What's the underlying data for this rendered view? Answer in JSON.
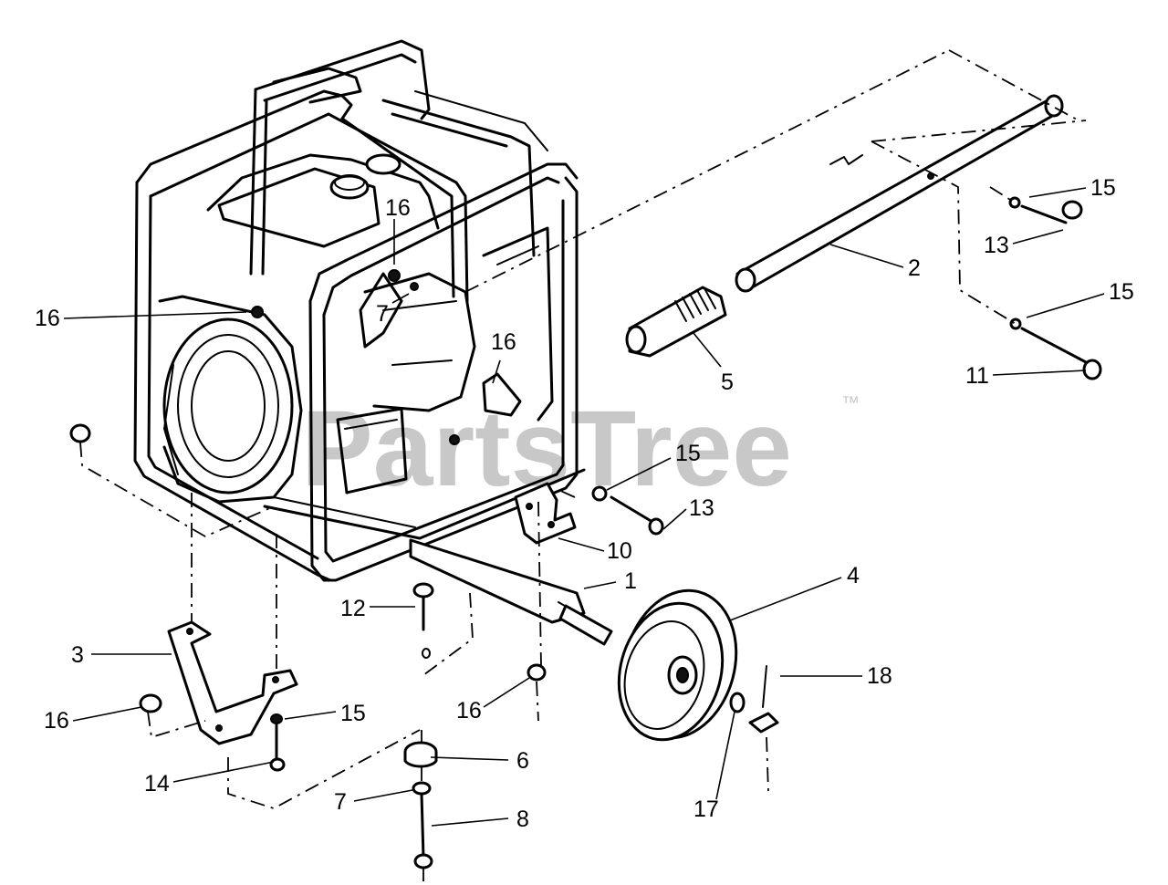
{
  "watermark": {
    "text": "PartsTree",
    "trademark": "™"
  },
  "callouts": {
    "c15_top_right": "15",
    "c13_top_right": "13",
    "c2": "2",
    "c15_mid_right": "15",
    "c11": "11",
    "c5": "5",
    "c16_engine_top": "16",
    "c7_engine": "7",
    "c16_left": "16",
    "c16_frame_right": "16",
    "c15_bracket": "15",
    "c13_bracket": "13",
    "c10": "10",
    "c1": "1",
    "c4": "4",
    "c12": "12",
    "c3": "3",
    "c16_lower_left": "16",
    "c15_lower": "15",
    "c16_lower_mid": "16",
    "c18": "18",
    "c6": "6",
    "c14": "14",
    "c7_lower": "7",
    "c8": "8",
    "c17": "17"
  },
  "colors": {
    "line": "#000000",
    "watermark": "#c8c8c8",
    "background": "#ffffff"
  }
}
